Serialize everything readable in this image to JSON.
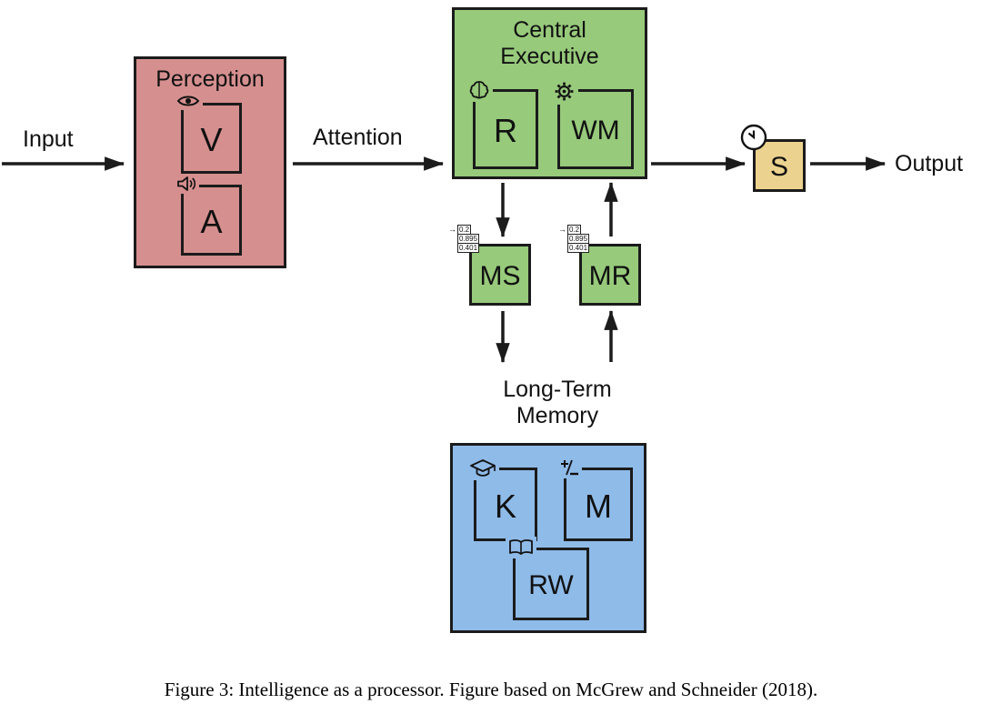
{
  "diagram": {
    "input_label": "Input",
    "attention_label": "Attention",
    "output_label": "Output",
    "perception": {
      "title": "Perception",
      "visual": "V",
      "auditory": "A"
    },
    "central_executive": {
      "title": "Central Executive",
      "reasoning": "R",
      "working_memory": "WM"
    },
    "speed": "S",
    "memory_store": "MS",
    "memory_retrieval": "MR",
    "ltm_label": "Long-Term Memory",
    "long_term_memory": {
      "knowledge": "K",
      "math": "M",
      "reading_writing": "RW"
    },
    "vector_values": [
      "0.2",
      "0.895",
      "0.401"
    ]
  },
  "caption": "Figure 3: Intelligence as a processor. Figure based on McGrew and Schneider (2018).",
  "colors": {
    "perception": "#d68f8f",
    "executive": "#97ca7b",
    "memory": "#8fbbe8",
    "speed": "#ecd28f",
    "line": "#1b1b1b"
  },
  "icons": {
    "eye-icon": "eye outline with pupil (visual input)",
    "speaker-icon": "loudspeaker with sound waves (auditory input)",
    "brain-icon": "brain outline (reasoning)",
    "gear-icon": "gear (working memory)",
    "clock-icon": "clock face (processing speed)",
    "vector-doc-icon": "stacked decimal values with input arrow",
    "graduation-cap-icon": "graduation cap (knowledge)",
    "plus-minus-icon": "plus slash minus (math)",
    "book-icon": "open book (reading and writing)"
  }
}
